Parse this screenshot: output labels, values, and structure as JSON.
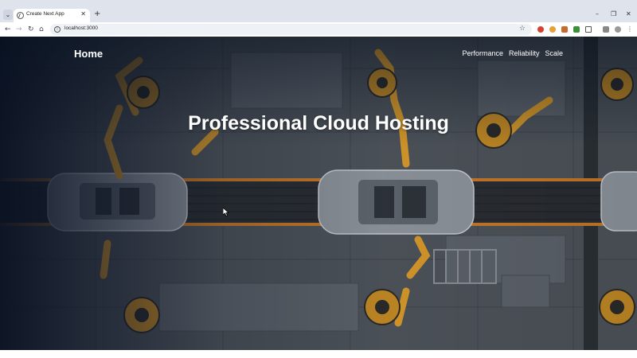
{
  "browser": {
    "tab_title": "Create Next App",
    "tab_close": "✕",
    "new_tab": "+",
    "tab_menu": "⌄",
    "url": "localhost:3000",
    "window_controls": {
      "minimize": "–",
      "restore": "❐",
      "close": "✕"
    },
    "nav": {
      "back": "←",
      "forward": "→",
      "reload": "↻",
      "home": "⌂"
    },
    "star": "☆",
    "info": "i",
    "extensions": [
      {
        "icon": "ext-red-icon",
        "color": "#d8412f"
      },
      {
        "icon": "ext-orange-icon",
        "color": "#e8a13a"
      },
      {
        "icon": "ext-fox-icon",
        "color": "#c96a2b"
      },
      {
        "icon": "ext-green-icon",
        "color": "#3a8f3a"
      },
      {
        "icon": "puzzle-icon",
        "color": "#555555"
      },
      {
        "icon": "profile-icon",
        "color": "#777777"
      }
    ]
  },
  "site": {
    "brand": "Home",
    "nav_links": [
      "Performance",
      "Reliability",
      "Scale"
    ],
    "hero_title": "Professional Cloud Hosting"
  },
  "colors": {
    "robot_arm": "#d89a2a",
    "conveyor": "#2a2e33",
    "floor": "#5a5f66",
    "accent_orange": "#c8792a"
  }
}
